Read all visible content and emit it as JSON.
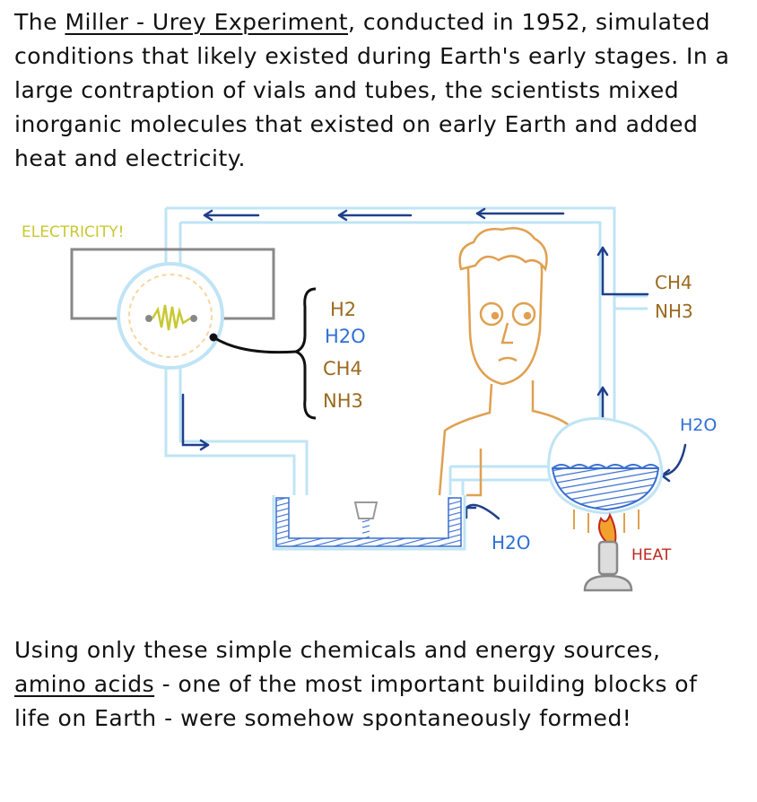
{
  "intro": {
    "pre": "The ",
    "title": "Miller - Urey Experiment",
    "post": ", conducted in 1952, simulated conditions that likely existed during Earth's early stages. In a large contraption of vials and tubes, the scientists mixed inorganic molecules that existed on early Earth and added heat and electricity."
  },
  "labels": {
    "electricity": "ELECTRICITY!",
    "heat": "HEAT",
    "gases_in": [
      "H2",
      "H2O",
      "CH4",
      "NH3"
    ],
    "gas_inlet": [
      "CH4",
      "NH3"
    ],
    "water_flask": "H2O",
    "water_trap": "H2O"
  },
  "outro": {
    "pre": "Using only these simple chemicals and energy sources, ",
    "term": "amino acids",
    "post": " - one of the most important building blocks of life on Earth - were somehow spontaneously formed!"
  },
  "colors": {
    "tube": "#bfe4f5",
    "arrow": "#1f3f8c",
    "water": "#3a6fd0",
    "person": "#e0a050",
    "h2_color": "#9a6a1e",
    "h2o_color": "#2f6fd6",
    "electricity": "#c8c832",
    "heat": "#c0281e"
  }
}
